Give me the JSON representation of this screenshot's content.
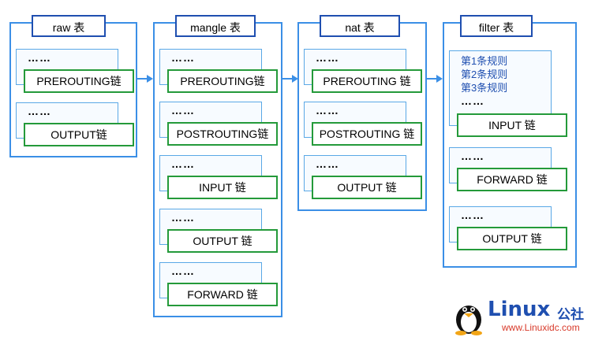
{
  "tables": [
    {
      "name": "raw 表",
      "chains": [
        "PREROUTING链",
        "OUTPUT链"
      ]
    },
    {
      "name": "mangle 表",
      "chains": [
        "PREROUTING链",
        "POSTROUTING链",
        "INPUT 链",
        "OUTPUT 链",
        "FORWARD 链"
      ]
    },
    {
      "name": "nat 表",
      "chains": [
        "PREROUTING 链",
        "POSTROUTING 链",
        "OUTPUT 链"
      ]
    },
    {
      "name": "filter 表",
      "chains": [
        "INPUT 链",
        "FORWARD 链",
        "OUTPUT 链"
      ]
    }
  ],
  "rule_placeholder": "……",
  "filter_rules": [
    "第1条规则",
    "第2条规则",
    "第3条规则"
  ],
  "logo": {
    "brand": "Linux",
    "brand_cn": "公社",
    "url": "www.Linuxidc.com"
  },
  "colors": {
    "frame": "#3b8fe6",
    "title_border": "#1f4fb0",
    "chain_border": "#249a3a",
    "rule_border": "#5aa8e6"
  }
}
